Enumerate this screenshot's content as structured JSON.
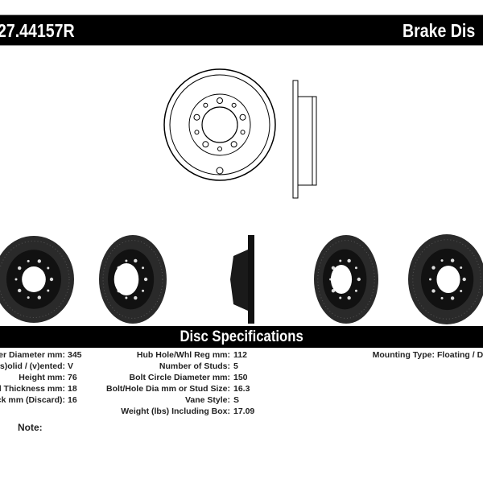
{
  "header": {
    "part_number": "27.44157R",
    "category": "Brake Dis"
  },
  "spec_title": "Disc Specifications",
  "specs_left": [
    {
      "label": "Outer Diameter mm:",
      "value": "345"
    },
    {
      "label": "(s)olid / (v)ented:",
      "value": "V"
    },
    {
      "label": "Height mm:",
      "value": "76"
    },
    {
      "label": "inal Thickness mm:",
      "value": "18"
    },
    {
      "label": "Thick mm (Discard):",
      "value": "16"
    }
  ],
  "specs_center": [
    {
      "label": "Hub Hole/Whl Reg mm:",
      "value": "112"
    },
    {
      "label": "Number of Studs:",
      "value": "5"
    },
    {
      "label": "Bolt Circle Diameter mm:",
      "value": "150"
    },
    {
      "label": "Bolt/Hole Dia mm or Stud Size:",
      "value": "16.3"
    },
    {
      "label": "Vane Style:",
      "value": "S"
    },
    {
      "label": "Weight (lbs) Including Box:",
      "value": "17.09"
    }
  ],
  "specs_right": [
    {
      "label": "Mounting Type:",
      "value": "Floating / DIH"
    }
  ],
  "note_label": "Note:",
  "colors": {
    "bar": "#000000",
    "disc": "#111111",
    "rim": "#2a2a2a"
  }
}
